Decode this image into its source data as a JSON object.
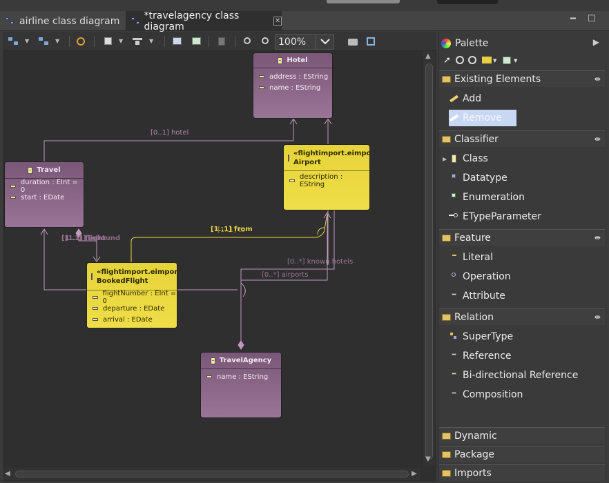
{
  "tabs": [
    {
      "label": "airline class diagram",
      "active": false
    },
    {
      "label": "*travelagency class diagram",
      "active": true
    }
  ],
  "toolbar": {
    "zoom": "100%"
  },
  "diagram": {
    "classes": {
      "hotel": {
        "name": "Hotel",
        "attributes": [
          "address : EString",
          "name : EString"
        ]
      },
      "travel": {
        "name": "Travel",
        "attributes": [
          "duration : EInt = 0",
          "start : EDate"
        ]
      },
      "airport": {
        "stereotype": "«flightimport.eimport»",
        "name": "Airport",
        "attributes": [
          "description : EString"
        ]
      },
      "bookedflight": {
        "stereotype": "«flightimport.eimport»",
        "name": "BookedFlight",
        "attributes": [
          "flightNumber : EInt = 0",
          "departure : EDate",
          "arrival : EDate"
        ]
      },
      "travelagency": {
        "name": "TravelAgency",
        "attributes": [
          "name : EString"
        ]
      }
    },
    "edge_labels": {
      "hotel": "[0..1] hotel",
      "from_to": "[1..1] from",
      "to_overlap": "[1..1] to",
      "flight": "[1..1] flight",
      "inbound": "[1..1] inbound",
      "known_hotels": "[0..*] known hotels",
      "airports": "[0..*] airports"
    },
    "colors": {
      "purple_class": "#8a6688",
      "yellow_class": "#ecd944",
      "edge_purple": "#c29ac0",
      "edge_yellow": "#e8d640",
      "canvas": "#2f2f2f"
    }
  },
  "palette": {
    "title": "Palette",
    "drawers": [
      {
        "label": "Existing Elements",
        "items": [
          {
            "label": "Add",
            "icon": "pencil-add-icon"
          },
          {
            "label": "Remove",
            "icon": "pencil-remove-icon",
            "selected": true
          }
        ]
      },
      {
        "label": "Classifier",
        "items": [
          {
            "label": "Class",
            "icon": "class-icon"
          },
          {
            "label": "Datatype",
            "icon": "datatype-icon"
          },
          {
            "label": "Enumeration",
            "icon": "enumeration-icon"
          },
          {
            "label": "ETypeParameter",
            "icon": "type-parameter-icon"
          }
        ]
      },
      {
        "label": "Feature",
        "items": [
          {
            "label": "Literal",
            "icon": "literal-icon"
          },
          {
            "label": "Operation",
            "icon": "operation-icon"
          },
          {
            "label": "Attribute",
            "icon": "attribute-icon"
          }
        ]
      },
      {
        "label": "Relation",
        "items": [
          {
            "label": "SuperType",
            "icon": "supertype-icon"
          },
          {
            "label": "Reference",
            "icon": "reference-icon"
          },
          {
            "label": "Bi-directional Reference",
            "icon": "bidirectional-reference-icon"
          },
          {
            "label": "Composition",
            "icon": "composition-icon"
          }
        ]
      },
      {
        "label": "Dynamic",
        "items": []
      },
      {
        "label": "Package",
        "items": []
      },
      {
        "label": "Imports",
        "items": []
      }
    ]
  }
}
